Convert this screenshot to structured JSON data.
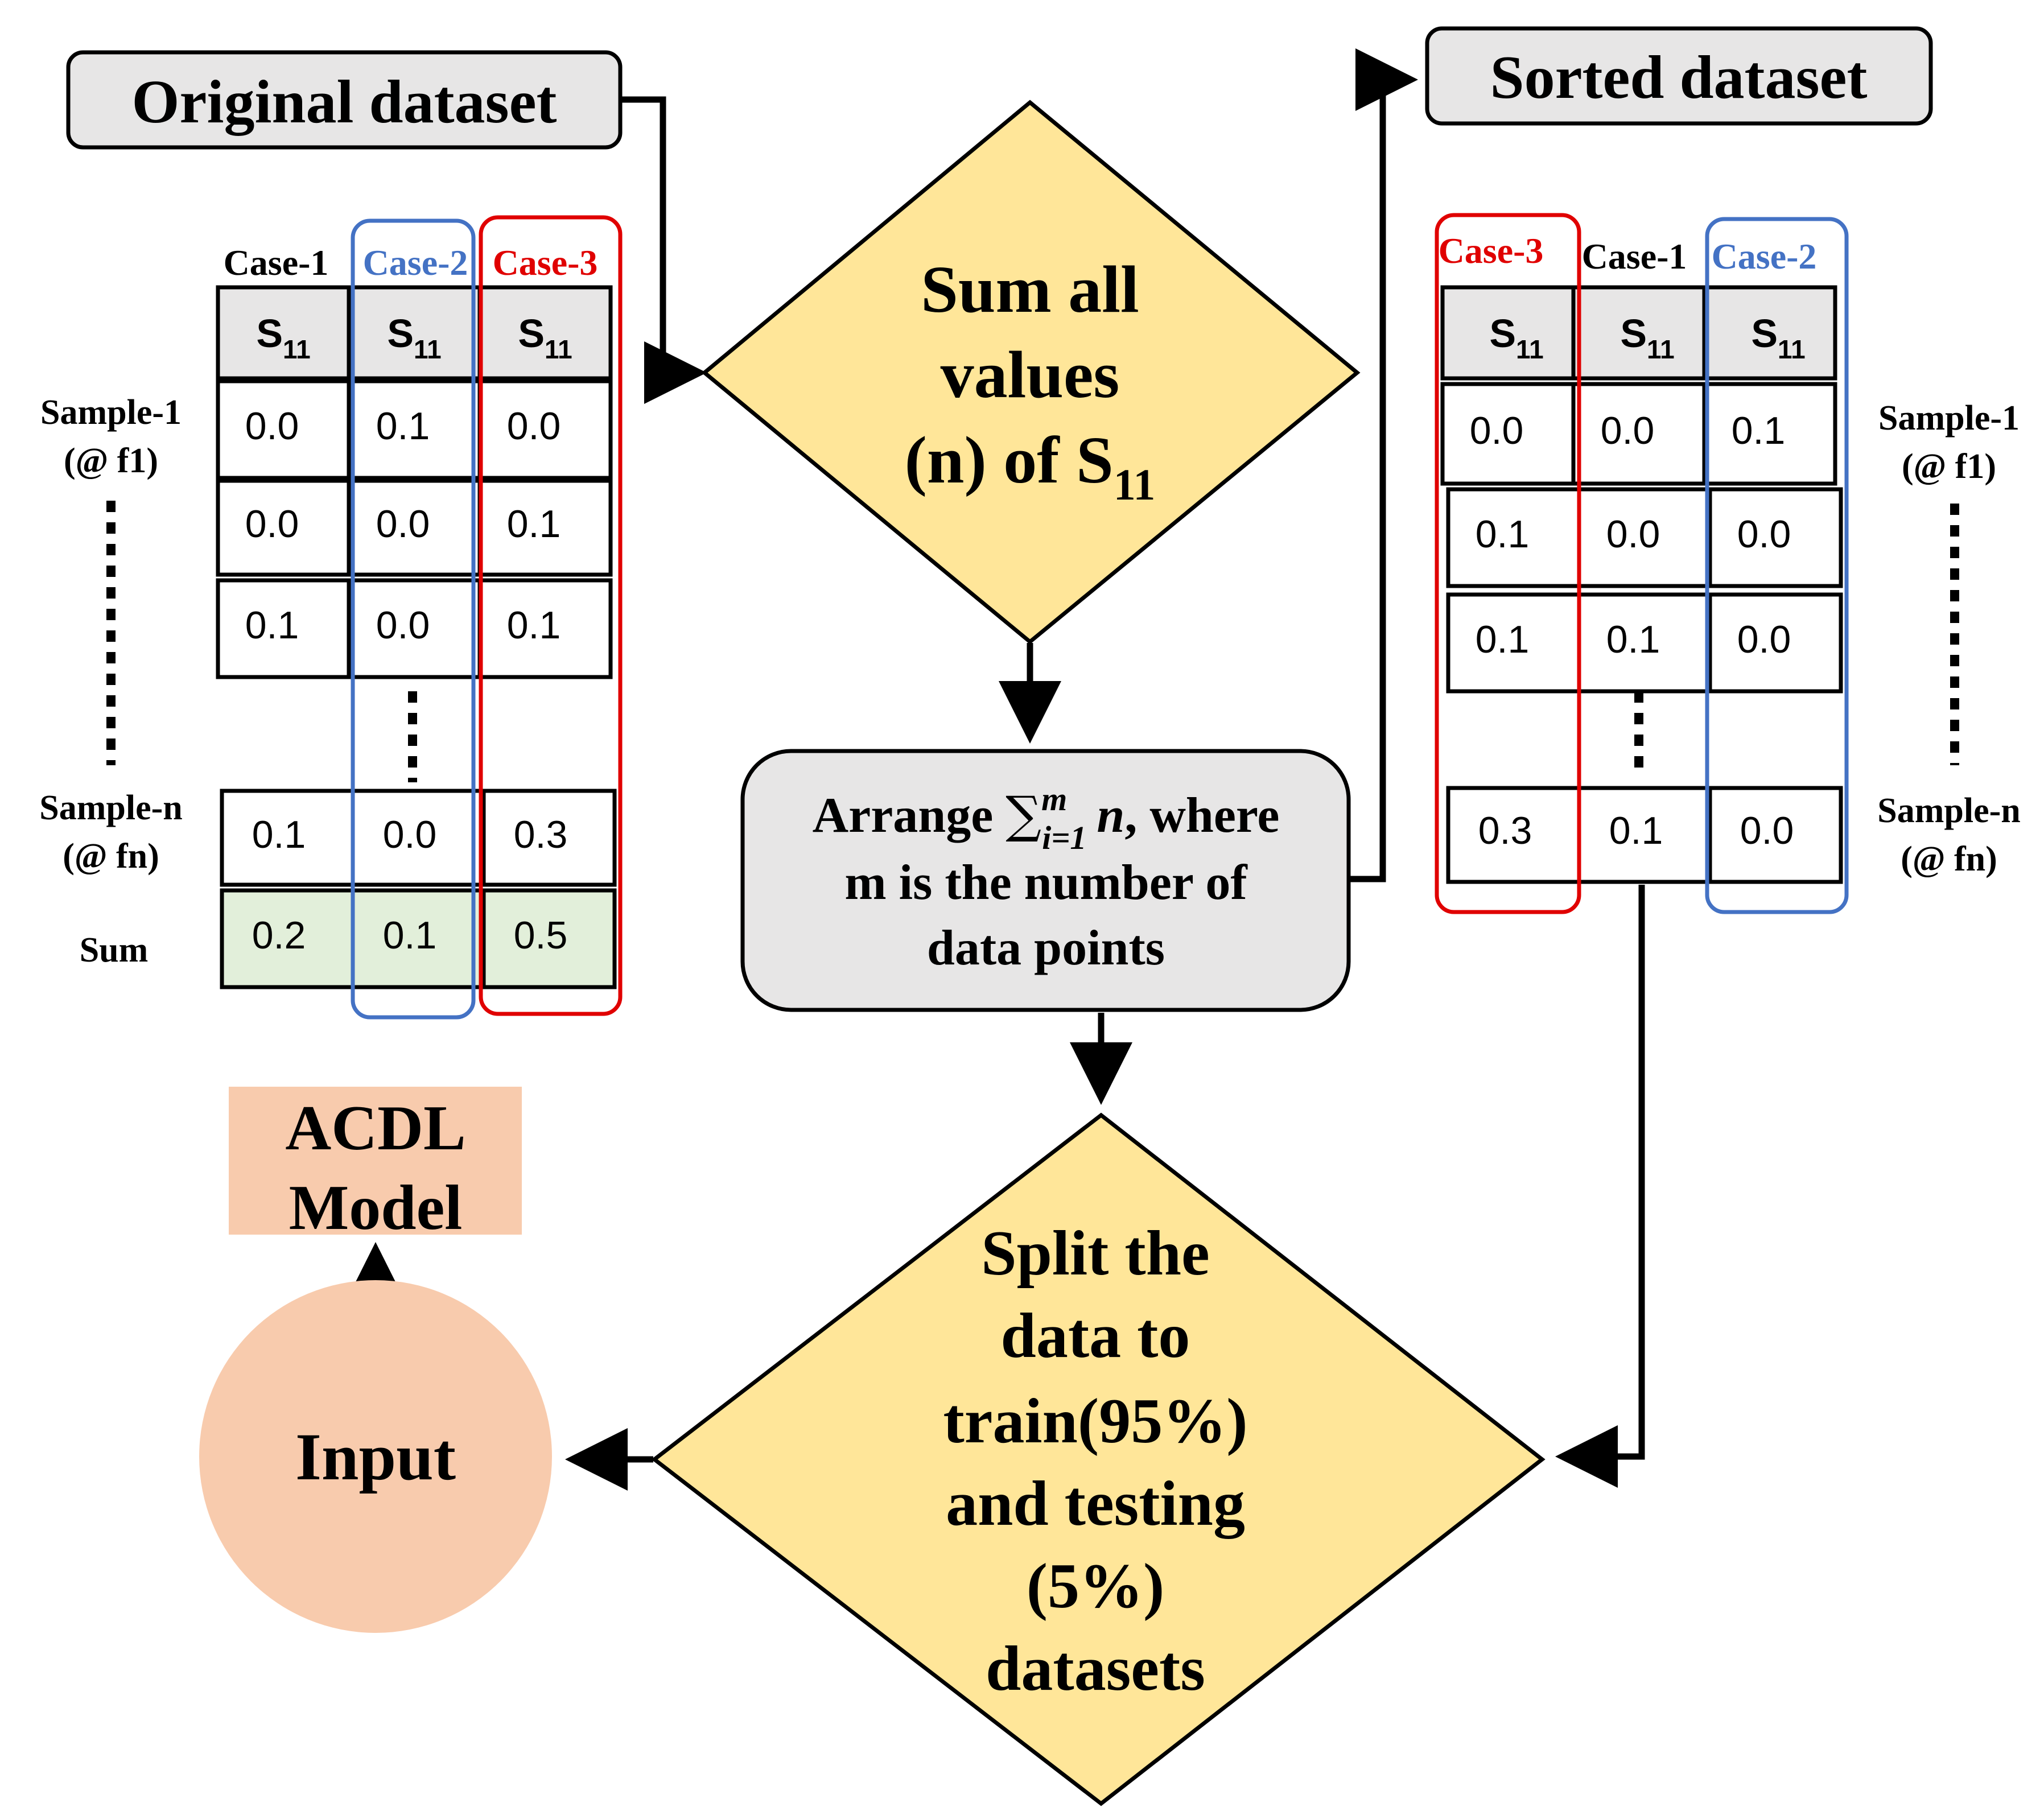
{
  "original": {
    "title": "Original dataset",
    "case_headers": [
      "Case-1",
      "Case-2",
      "Case-3"
    ],
    "col_header_main": "S",
    "col_header_sub": "11",
    "rows": [
      [
        "0.0",
        "0.1",
        "0.0"
      ],
      [
        "0.0",
        "0.0",
        "0.1"
      ],
      [
        "0.1",
        "0.0",
        "0.1"
      ]
    ],
    "last_row": [
      "0.1",
      "0.0",
      "0.3"
    ],
    "sum_row": [
      "0.2",
      "0.1",
      "0.5"
    ],
    "sum_label": "Sum",
    "sample1_label": "Sample-1",
    "sample1_freq": "(@ f1)",
    "samplen_label": "Sample-n",
    "samplen_freq": "(@ fn)"
  },
  "sorted": {
    "title": "Sorted dataset",
    "case_headers": [
      "Case-3",
      "Case-1",
      "Case-2"
    ],
    "col_header_main": "S",
    "col_header_sub": "11",
    "rows": [
      [
        "0.0",
        "0.0",
        "0.1"
      ],
      [
        "0.1",
        "0.0",
        "0.0"
      ],
      [
        "0.1",
        "0.1",
        "0.0"
      ]
    ],
    "last_row": [
      "0.3",
      "0.1",
      "0.0"
    ],
    "sample1_label": "Sample-1",
    "sample1_freq": "(@ f1)",
    "samplen_label": "Sample-n",
    "samplen_freq": "(@ fn)"
  },
  "sum_diamond": {
    "line1": "Sum all",
    "line2": "values",
    "line3_prefix": "(n) of S",
    "line3_sub": "11"
  },
  "arrange_box": {
    "line1_prefix": "Arrange ",
    "sigma": "∑",
    "sup": "m",
    "sub": "i=1",
    "var": "n",
    "line1_suffix": ", where",
    "line2": "m is the number of",
    "line3": "data points"
  },
  "split_diamond": {
    "lines": [
      "Split the",
      "data to",
      "train(95%)",
      "and testing",
      "(5%)",
      "datasets"
    ]
  },
  "model_box": {
    "line1": "ACDL",
    "line2": "Model"
  },
  "input_circle": {
    "label": "Input"
  },
  "colors": {
    "case2_blue": "#4472C4",
    "case3_red": "#E00000",
    "diamond_fill": "#FFE699",
    "box_gray": "#E7E6E6",
    "sum_green": "#E2EFDA",
    "peach": "#F8CBAD"
  }
}
